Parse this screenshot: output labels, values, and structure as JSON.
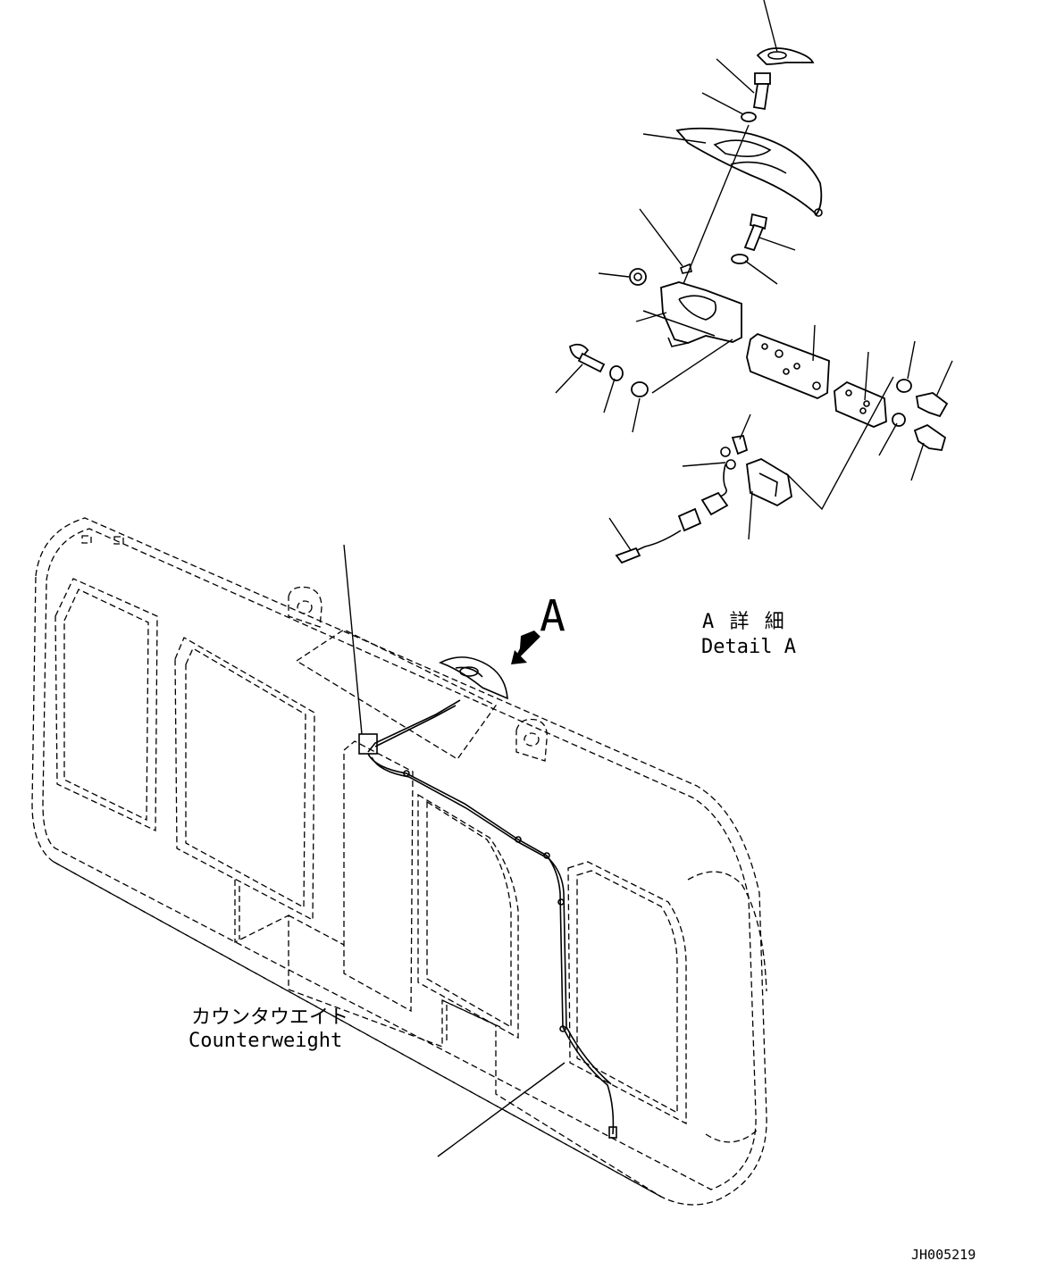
{
  "labels": {
    "view_letter": "A",
    "detail_jp": "A 詳 細",
    "detail_en": "Detail A",
    "counterweight_jp": "カウンタウエイト",
    "counterweight_en": "Counterweight",
    "drawing_id": "JH005219"
  }
}
